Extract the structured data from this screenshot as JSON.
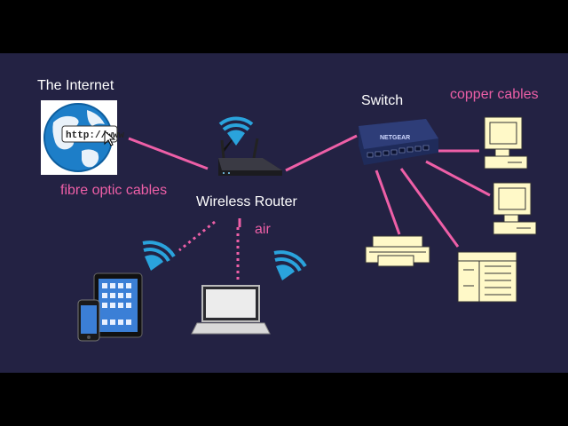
{
  "labels": {
    "internet": "The Internet",
    "switch": "Switch",
    "copper": "copper cables",
    "fibre": "fibre optic cables",
    "router": "Wireless Router",
    "air": "air"
  },
  "globe_text": "http://www",
  "switch_brand": "NETGEAR",
  "colors": {
    "background": "#232243",
    "letterbox": "#000000",
    "cable": "#ee5fa7",
    "wifi": "#2aa3dc",
    "device": "#fff9c8",
    "text": "#ffffff"
  }
}
